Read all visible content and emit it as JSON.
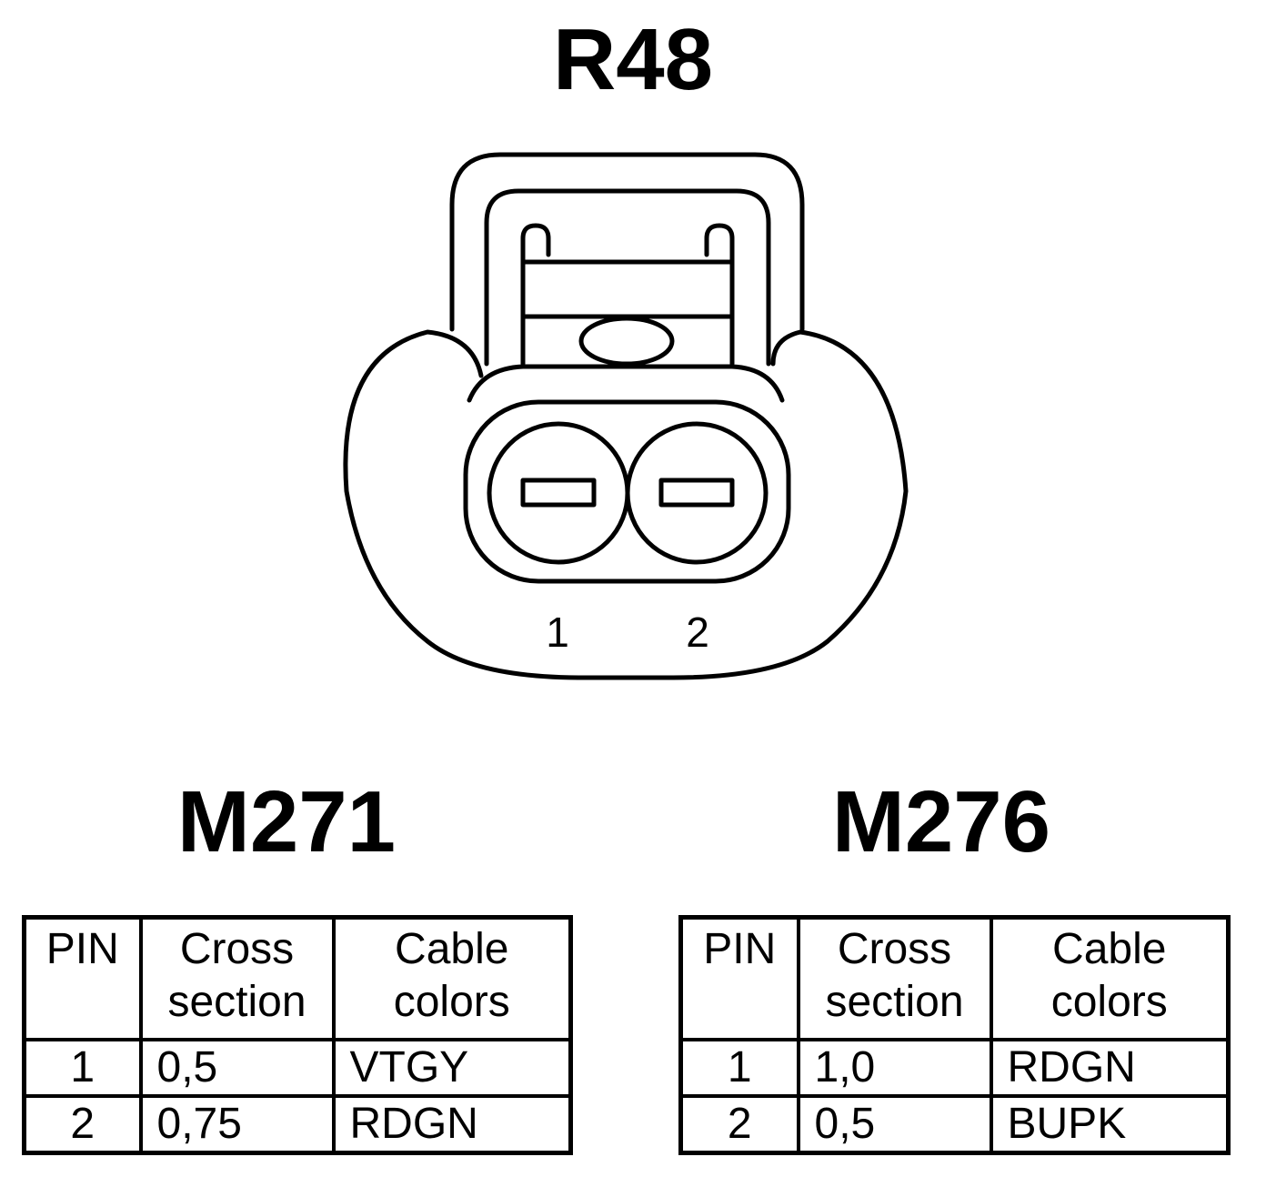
{
  "connector": {
    "title": "R48",
    "pins": [
      "1",
      "2"
    ]
  },
  "tables": [
    {
      "title": "M271",
      "headers": {
        "pin": [
          "PIN"
        ],
        "cross_section": [
          "Cross",
          "section"
        ],
        "cable_colors": [
          "Cable",
          "colors"
        ]
      },
      "rows": [
        {
          "pin": "1",
          "cross_section": "0,5",
          "cable_color": "VTGY"
        },
        {
          "pin": "2",
          "cross_section": "0,75",
          "cable_color": "RDGN"
        }
      ]
    },
    {
      "title": "M276",
      "headers": {
        "pin": [
          "PIN"
        ],
        "cross_section": [
          "Cross",
          "section"
        ],
        "cable_colors": [
          "Cable",
          "colors"
        ]
      },
      "rows": [
        {
          "pin": "1",
          "cross_section": "1,0",
          "cable_color": "RDGN"
        },
        {
          "pin": "2",
          "cross_section": "0,5",
          "cable_color": "BUPK"
        }
      ]
    }
  ]
}
